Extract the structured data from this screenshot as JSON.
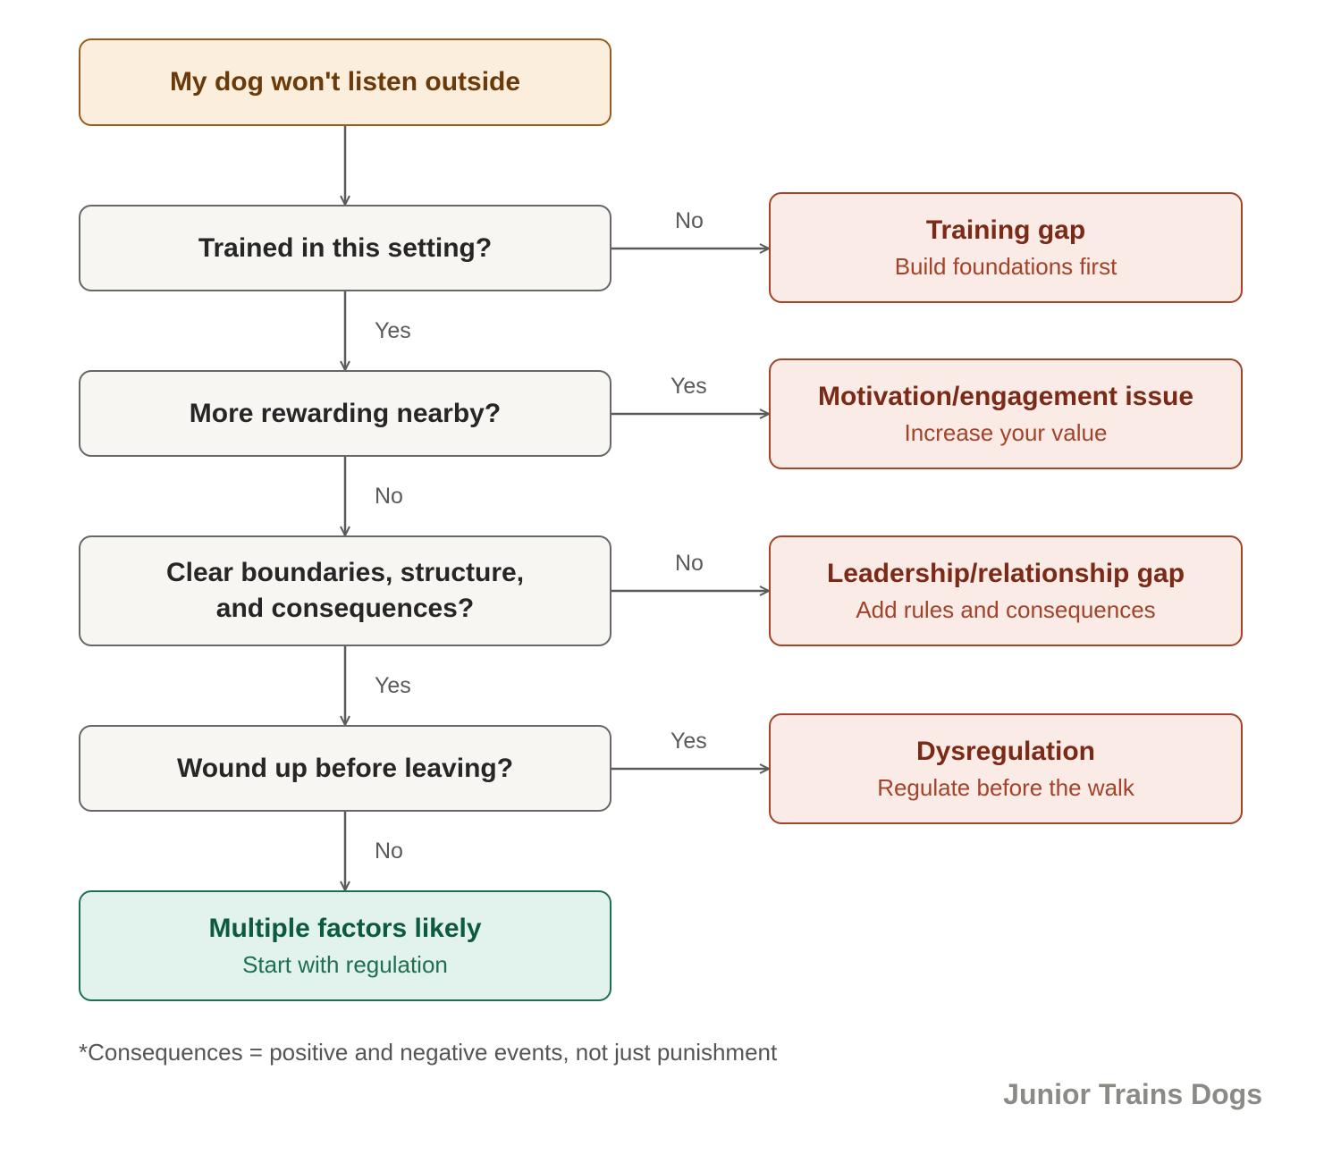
{
  "nodes": {
    "start": {
      "title": "My dog won't listen outside"
    },
    "q1": {
      "title": "Trained in this setting?"
    },
    "q2": {
      "title": "More rewarding nearby?"
    },
    "q3": {
      "title": "Clear boundaries, structure,",
      "title2": "and consequences?"
    },
    "q4": {
      "title": "Wound up before leaving?"
    },
    "o1": {
      "title": "Training gap",
      "sub": "Build foundations first"
    },
    "o2": {
      "title": "Motivation/engagement issue",
      "sub": "Increase your value"
    },
    "o3": {
      "title": "Leadership/relationship gap",
      "sub": "Add rules and consequences"
    },
    "o4": {
      "title": "Dysregulation",
      "sub": "Regulate before the walk"
    },
    "final": {
      "title": "Multiple factors likely",
      "sub": "Start with regulation"
    }
  },
  "edges": {
    "q1_down": "Yes",
    "q2_down": "No",
    "q3_down": "Yes",
    "q4_down": "No",
    "q1_right": "No",
    "q2_right": "Yes",
    "q3_right": "No",
    "q4_right": "Yes"
  },
  "footnote": "*Consequences = positive and negative events, not just punishment",
  "brand": "Junior Trains Dogs",
  "colors": {
    "start_fill": "#FBEEDD",
    "question_fill": "#F8F6F2",
    "outcome_fill": "#FAEBE6",
    "final_fill": "#E1F3EC",
    "arrow": "#5a5a5a"
  }
}
